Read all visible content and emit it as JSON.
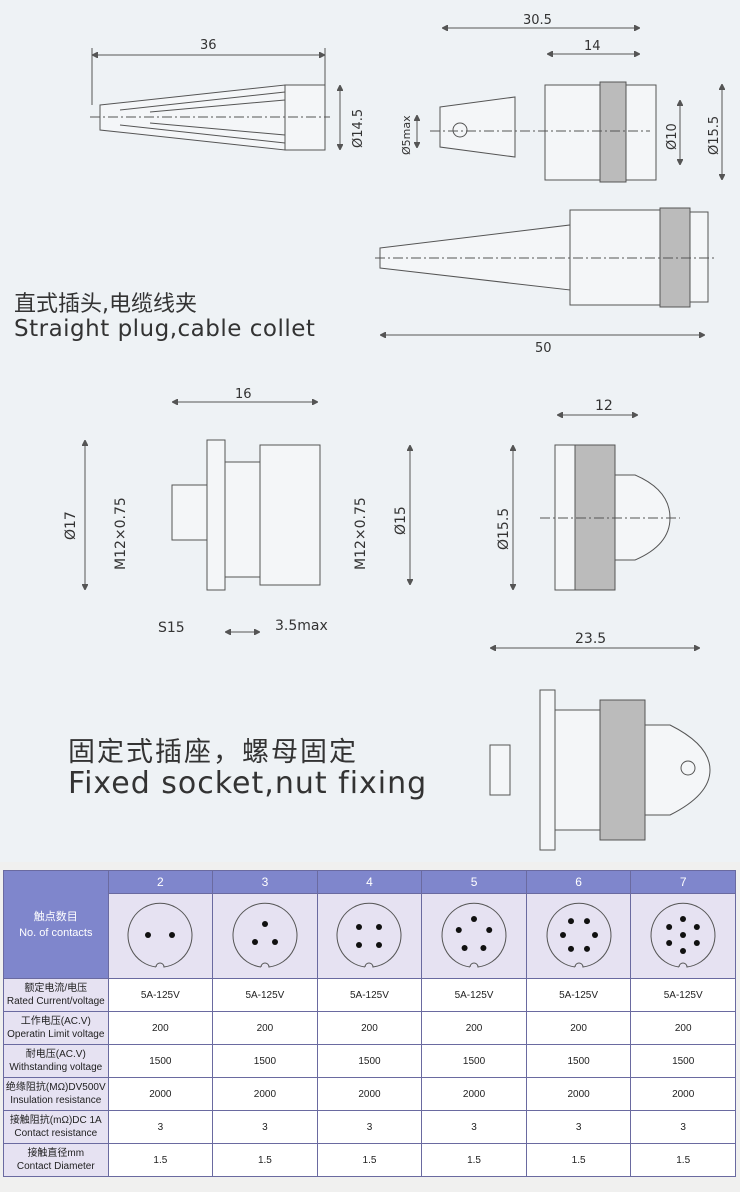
{
  "plug": {
    "title_cn": "直式插头,电缆线夹",
    "title_en": "Straight plug,cable collet",
    "dims": {
      "len36": "36",
      "dia14_5": "Ø14.5",
      "len30_5": "30.5",
      "len14": "14",
      "dia5max": "Ø5max",
      "dia10": "Ø10",
      "dia15_5": "Ø15.5",
      "len50": "50"
    }
  },
  "socket": {
    "title_cn": "固定式插座，螺母固定",
    "title_en": "Fixed socket,nut fixing",
    "dims": {
      "len16": "16",
      "dia17": "Ø17",
      "thread1": "M12×0.75",
      "thread2": "M12×0.75",
      "dia15": "Ø15",
      "s15": "S15",
      "max3_5": "3.5max",
      "len12": "12",
      "dia15_5": "Ø15.5",
      "len23_5": "23.5"
    }
  },
  "table": {
    "header_cn": "触点数目",
    "header_en": "No. of contacts",
    "contacts": [
      "2",
      "3",
      "4",
      "5",
      "6",
      "7"
    ],
    "rows": [
      {
        "cn": "额定电流/电压",
        "en": "Rated Current/voltage",
        "values": [
          "5A-125V",
          "5A-125V",
          "5A-125V",
          "5A-125V",
          "5A-125V",
          "5A-125V"
        ]
      },
      {
        "cn": "工作电压(AC.V)",
        "en": "Operatin Limit voltage",
        "values": [
          "200",
          "200",
          "200",
          "200",
          "200",
          "200"
        ]
      },
      {
        "cn": "耐电压(AC.V)",
        "en": "Withstanding voltage",
        "values": [
          "1500",
          "1500",
          "1500",
          "1500",
          "1500",
          "1500"
        ]
      },
      {
        "cn": "绝缘阻抗(MΩ)DV500V",
        "en": "Insulation resistance",
        "values": [
          "2000",
          "2000",
          "2000",
          "2000",
          "2000",
          "2000"
        ]
      },
      {
        "cn": "接触阻抗(mΩ)DC 1A",
        "en": "Contact resistance",
        "values": [
          "3",
          "3",
          "3",
          "3",
          "3",
          "3"
        ]
      },
      {
        "cn": "接触直径mm",
        "en": "Contact Diameter",
        "values": [
          "1.5",
          "1.5",
          "1.5",
          "1.5",
          "1.5",
          "1.5"
        ]
      }
    ]
  }
}
